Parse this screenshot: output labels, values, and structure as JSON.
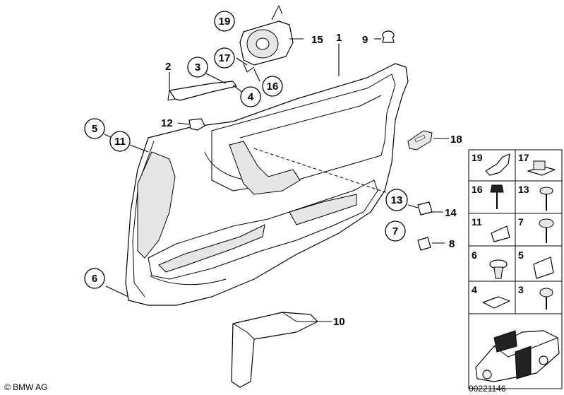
{
  "callouts": {
    "n1": "1",
    "n2": "2",
    "n3": "3",
    "n4": "4",
    "n5": "5",
    "n6": "6",
    "n7": "7",
    "n8": "8",
    "n9": "9",
    "n10": "10",
    "n11": "11",
    "n12": "12",
    "n13": "13",
    "n14": "14",
    "n15": "15",
    "n16": "16",
    "n17": "17",
    "n18": "18",
    "n19": "19"
  },
  "legend": {
    "cells": [
      "19",
      "17",
      "16",
      "13",
      "11",
      "7",
      "6",
      "5",
      "4",
      "3"
    ]
  },
  "footer": {
    "copyright": "© BMW AG",
    "diagram_id": "00221146"
  }
}
